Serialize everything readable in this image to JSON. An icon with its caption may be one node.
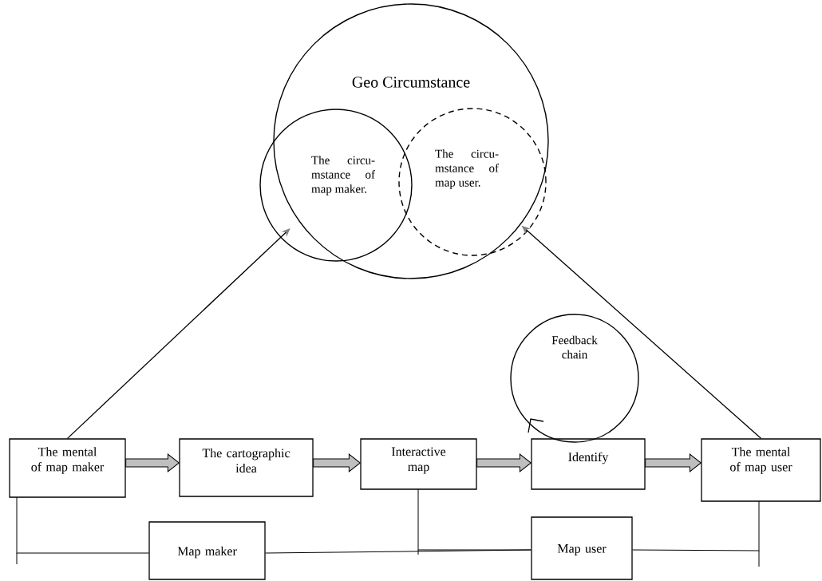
{
  "diagram": {
    "nodes": [
      {
        "text": [
          "Geo Circumstance"
        ]
      },
      {
        "text": [
          "The circu- mstance of map maker."
        ],
        "in": 0
      },
      {
        "text": [
          "The circu- mstance of map user."
        ],
        "in": 0
      },
      {
        "text": [
          "Feedback chain"
        ]
      },
      {
        "text": [
          "The mental of map maker"
        ]
      },
      {
        "text": [
          "The cartographic idea"
        ]
      },
      {
        "text": [
          "Interactive map"
        ]
      },
      {
        "text": [
          "Identify"
        ]
      },
      {
        "text": [
          "The mental of map user"
        ]
      },
      {
        "text": [
          "Map maker"
        ]
      },
      {
        "text": [
          "Map user"
        ]
      }
    ],
    "edges": [
      {
        "from": 4,
        "to": 1,
        "arrow": "to"
      },
      {
        "from": 8,
        "to": 2,
        "arrow": "to"
      },
      {
        "from": 4,
        "to": 5,
        "arrow": "to",
        "style": "thick",
        "color": "#bfbfbf"
      },
      {
        "from": 5,
        "to": 6,
        "arrow": "to",
        "style": "thick",
        "color": "#bfbfbf"
      },
      {
        "from": 6,
        "to": 7,
        "arrow": "to",
        "style": "thick",
        "color": "#bfbfbf"
      },
      {
        "from": 7,
        "to": 8,
        "arrow": "to",
        "style": "thick",
        "color": "#bfbfbf"
      },
      {
        "from": 4,
        "to": 9,
        "arrow": "none"
      },
      {
        "from": 9,
        "to": 10,
        "arrow": "none"
      },
      {
        "from": 6,
        "to": 10,
        "arrow": "none"
      },
      {
        "from": 10,
        "to": 8,
        "arrow": "none"
      }
    ]
  }
}
